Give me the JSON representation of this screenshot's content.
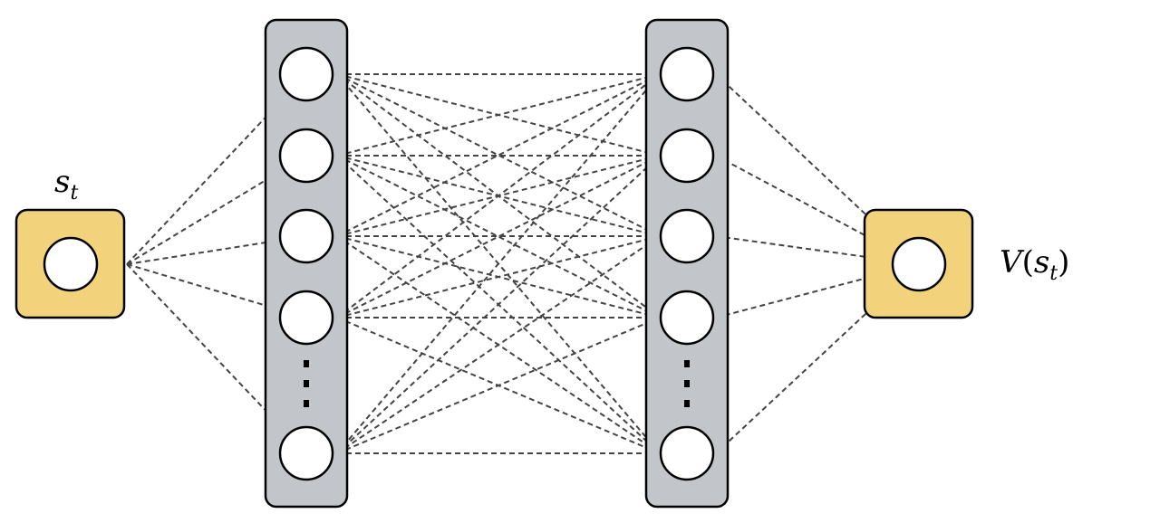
{
  "input": {
    "label_main": "s",
    "label_sub": "t"
  },
  "output": {
    "label_func": "V",
    "label_arg_main": "s",
    "label_arg_sub": "t"
  },
  "hidden_layers": [
    {
      "visible_nodes": 5,
      "ellipsis": "⋮"
    },
    {
      "visible_nodes": 5,
      "ellipsis": "⋮"
    }
  ],
  "colors": {
    "io_box_fill": "#f2d37c",
    "layer_fill": "#c2c5ca",
    "stroke": "#000000",
    "edge": "#444444",
    "node_fill": "#ffffff"
  }
}
